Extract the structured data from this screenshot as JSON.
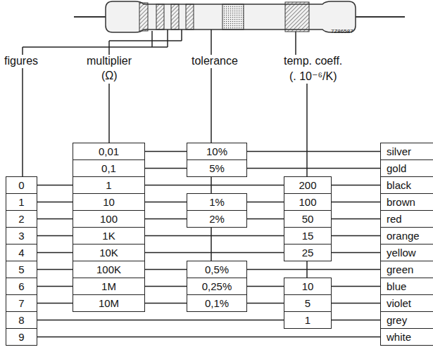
{
  "diagram": {
    "nodes": [
      {
        "text": [
          "0,01"
        ]
      },
      {
        "text": [
          "10%"
        ]
      },
      {
        "text": [
          "silver"
        ]
      },
      {
        "text": [
          "0,1"
        ]
      },
      {
        "text": [
          "5%"
        ]
      },
      {
        "text": [
          "gold"
        ]
      },
      {
        "text": [
          "0"
        ]
      },
      {
        "text": [
          "1"
        ]
      },
      {
        "text": [
          "200"
        ]
      },
      {
        "text": [
          "black"
        ]
      },
      {
        "text": [
          "1"
        ]
      },
      {
        "text": [
          "10"
        ]
      },
      {
        "text": [
          "1%"
        ]
      },
      {
        "text": [
          "100"
        ]
      },
      {
        "text": [
          "brown"
        ]
      },
      {
        "text": [
          "2"
        ]
      },
      {
        "text": [
          "100"
        ]
      },
      {
        "text": [
          "2%"
        ]
      },
      {
        "text": [
          "50"
        ]
      },
      {
        "text": [
          "red"
        ]
      },
      {
        "text": [
          "3"
        ]
      },
      {
        "text": [
          "1K"
        ]
      },
      {
        "text": [
          "15"
        ]
      },
      {
        "text": [
          "orange"
        ]
      },
      {
        "text": [
          "4"
        ]
      },
      {
        "text": [
          "10K"
        ]
      },
      {
        "text": [
          "25"
        ]
      },
      {
        "text": [
          "yellow"
        ]
      },
      {
        "text": [
          "5"
        ]
      },
      {
        "text": [
          "100K"
        ]
      },
      {
        "text": [
          "0,5%"
        ]
      },
      {
        "text": [
          "green"
        ]
      },
      {
        "text": [
          "6"
        ]
      },
      {
        "text": [
          "1M"
        ]
      },
      {
        "text": [
          "0,25%"
        ]
      },
      {
        "text": [
          "10"
        ]
      },
      {
        "text": [
          "blue"
        ]
      },
      {
        "text": [
          "7"
        ]
      },
      {
        "text": [
          "10M"
        ]
      },
      {
        "text": [
          "0,1%"
        ]
      },
      {
        "text": [
          "5"
        ]
      },
      {
        "text": [
          "violet"
        ]
      },
      {
        "text": [
          "8"
        ]
      },
      {
        "text": [
          "1"
        ]
      },
      {
        "text": [
          "grey"
        ]
      },
      {
        "text": [
          "9"
        ]
      },
      {
        "text": [
          "white"
        ]
      }
    ],
    "edges": [
      {
        "from": 0,
        "to": 1,
        "arrow": "none"
      },
      {
        "from": 1,
        "to": 2,
        "arrow": "none"
      },
      {
        "from": 3,
        "to": 4,
        "arrow": "none"
      },
      {
        "from": 4,
        "to": 5,
        "arrow": "none"
      },
      {
        "from": 6,
        "to": 7,
        "arrow": "none"
      },
      {
        "from": 7,
        "to": 8,
        "arrow": "none"
      },
      {
        "from": 8,
        "to": 9,
        "arrow": "none"
      },
      {
        "from": 10,
        "to": 11,
        "arrow": "none"
      },
      {
        "from": 11,
        "to": 12,
        "arrow": "none"
      },
      {
        "from": 12,
        "to": 13,
        "arrow": "none"
      },
      {
        "from": 13,
        "to": 14,
        "arrow": "none"
      },
      {
        "from": 15,
        "to": 16,
        "arrow": "none"
      },
      {
        "from": 16,
        "to": 17,
        "arrow": "none"
      },
      {
        "from": 17,
        "to": 18,
        "arrow": "none"
      },
      {
        "from": 18,
        "to": 19,
        "arrow": "none"
      },
      {
        "from": 20,
        "to": 21,
        "arrow": "none"
      },
      {
        "from": 21,
        "to": 22,
        "arrow": "none"
      },
      {
        "from": 22,
        "to": 23,
        "arrow": "none"
      },
      {
        "from": 24,
        "to": 25,
        "arrow": "none"
      },
      {
        "from": 25,
        "to": 26,
        "arrow": "none"
      },
      {
        "from": 26,
        "to": 27,
        "arrow": "none"
      },
      {
        "from": 28,
        "to": 29,
        "arrow": "none"
      },
      {
        "from": 29,
        "to": 30,
        "arrow": "none"
      },
      {
        "from": 30,
        "to": 31,
        "arrow": "none"
      },
      {
        "from": 32,
        "to": 33,
        "arrow": "none"
      },
      {
        "from": 33,
        "to": 34,
        "arrow": "none"
      },
      {
        "from": 34,
        "to": 35,
        "arrow": "none"
      },
      {
        "from": 35,
        "to": 36,
        "arrow": "none"
      },
      {
        "from": 37,
        "to": 38,
        "arrow": "none"
      },
      {
        "from": 38,
        "to": 39,
        "arrow": "none"
      },
      {
        "from": 39,
        "to": 40,
        "arrow": "none"
      },
      {
        "from": 40,
        "to": 41,
        "arrow": "none"
      },
      {
        "from": 42,
        "to": 43,
        "arrow": "none"
      },
      {
        "from": 43,
        "to": 44,
        "arrow": "none"
      },
      {
        "from": 45,
        "to": 46,
        "arrow": "none"
      }
    ],
    "labels": [
      "7Z86587",
      "figures",
      "multiplier",
      "(Ω)",
      "tolerance",
      "temp. coeff.",
      "(. 10⁻⁶/K)"
    ]
  }
}
